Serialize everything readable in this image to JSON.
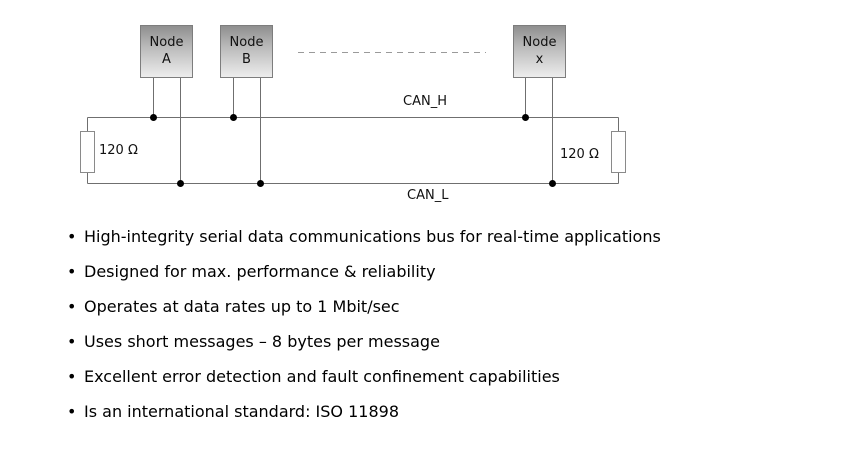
{
  "diagram": {
    "nodes": [
      {
        "line1": "Node",
        "line2": "A"
      },
      {
        "line1": "Node",
        "line2": "B"
      },
      {
        "line1": "Node",
        "line2": "x"
      }
    ],
    "can_h_label": "CAN_H",
    "can_l_label": "CAN_L",
    "left_terminator_label": "120 Ω",
    "right_terminator_label": "120 Ω",
    "colors": {
      "node_gradient_top": "#8f8f8f",
      "node_gradient_bottom": "#ededed",
      "wire": "#6f6f6f",
      "dashed_line": "#9a9a9a",
      "junction_dot": "#000000"
    }
  },
  "list": {
    "marker": "•",
    "items": [
      "High-integrity serial data communications bus for real-time applications",
      "Designed for max. performance & reliability",
      "Operates at data rates up to 1 Mbit/sec",
      "Uses short messages – 8 bytes per message",
      "Excellent error detection and fault confinement capabilities",
      "Is an international standard: ISO 11898"
    ]
  }
}
